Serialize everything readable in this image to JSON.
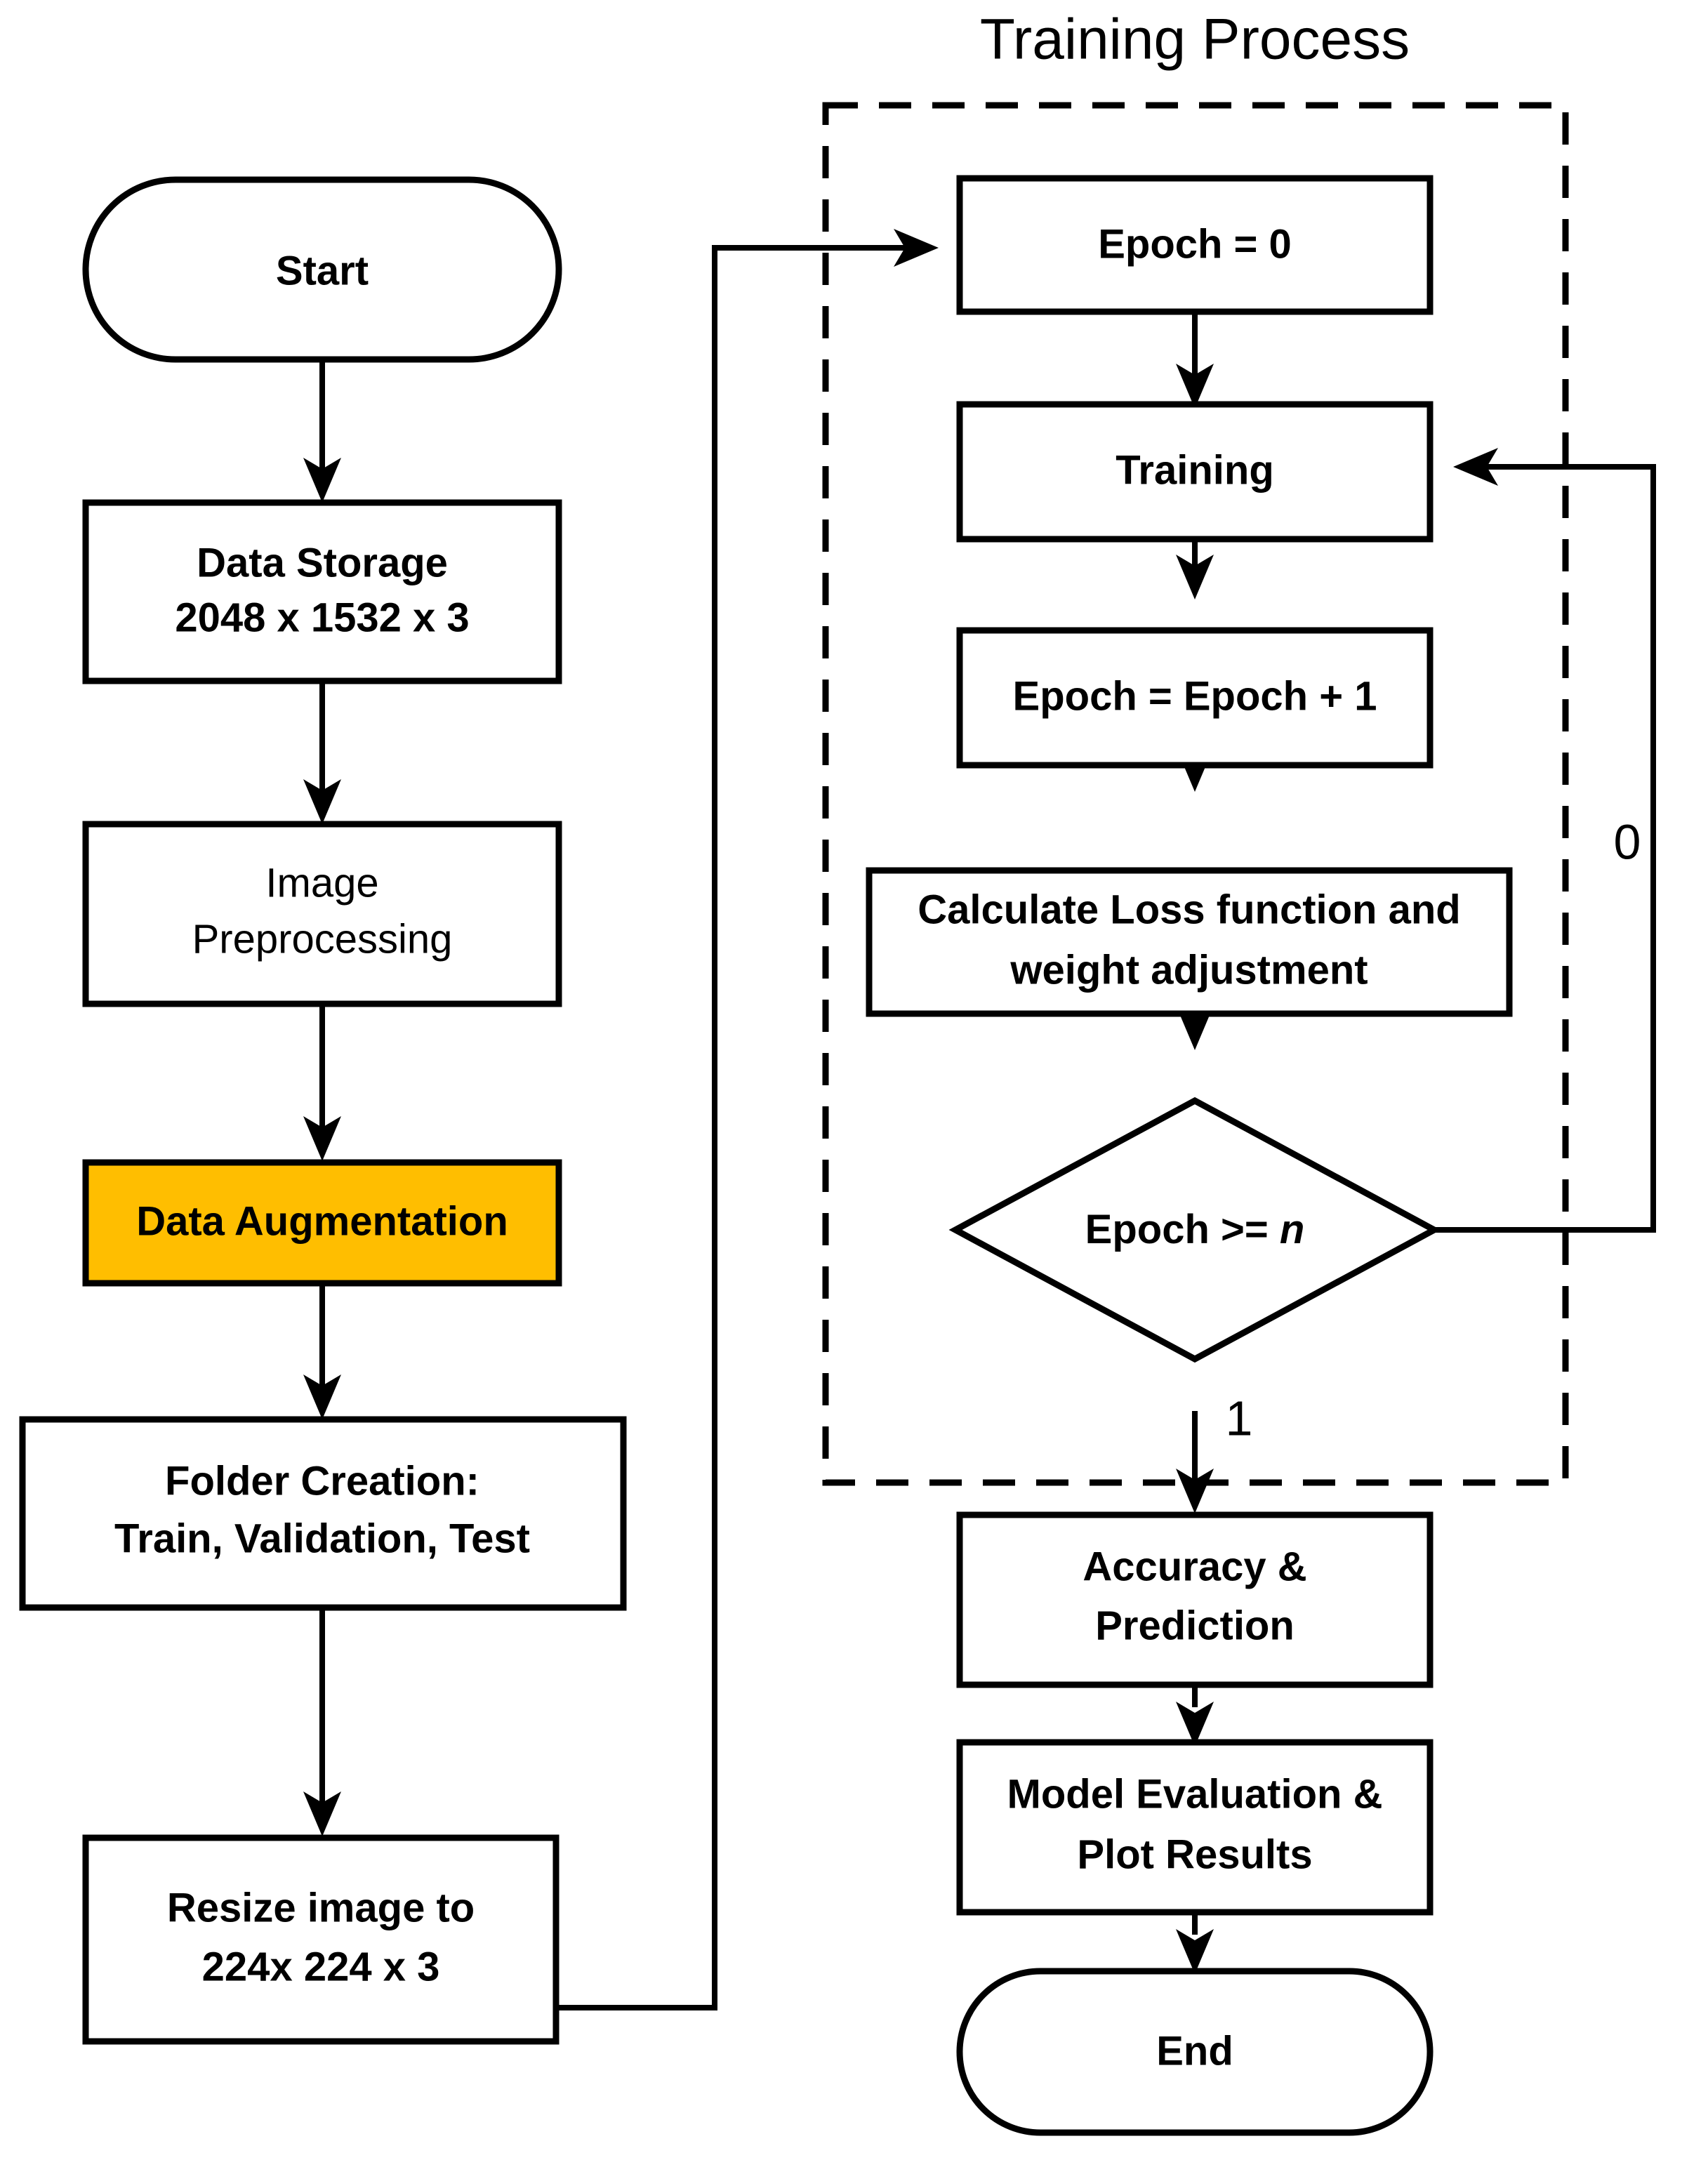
{
  "diagram": {
    "title": "Training Process",
    "accent_color": "#FFBE00",
    "line_color": "#000000",
    "background_color": "#FFFFFF"
  },
  "group": {
    "label": "Training Process",
    "style": "dashed"
  },
  "nodes": {
    "start": {
      "shape": "terminator",
      "label": "Start"
    },
    "data_storage": {
      "shape": "process",
      "line1": "Data Storage",
      "line2": "2048 x 1532 x 3"
    },
    "image_preprocessing": {
      "shape": "process",
      "line1": "Image",
      "line2": "Preprocessing"
    },
    "data_augmentation": {
      "shape": "process",
      "label": "Data Augmentation",
      "highlighted": true
    },
    "folder_creation": {
      "shape": "process",
      "line1": "Folder Creation:",
      "line2": "Train, Validation, Test"
    },
    "resize_image": {
      "shape": "process",
      "line1": "Resize image to",
      "line2": "224x 224 x 3"
    },
    "epoch_init": {
      "shape": "process",
      "label": "Epoch = 0"
    },
    "training": {
      "shape": "process",
      "label": "Training"
    },
    "epoch_increment": {
      "shape": "process",
      "label": "Epoch = Epoch + 1"
    },
    "calculate_loss": {
      "shape": "process",
      "line1": "Calculate Loss function and",
      "line2": "weight adjustment"
    },
    "epoch_decision": {
      "shape": "decision",
      "label_prefix": "Epoch >= ",
      "label_var": "n"
    },
    "accuracy_prediction": {
      "shape": "process",
      "line1": "Accuracy &",
      "line2": "Prediction"
    },
    "model_evaluation": {
      "shape": "process",
      "line1": "Model Evaluation &",
      "line2": "Plot Results"
    },
    "end": {
      "shape": "terminator",
      "label": "End"
    }
  },
  "edge_labels": {
    "decision_false": "0",
    "decision_true": "1"
  }
}
